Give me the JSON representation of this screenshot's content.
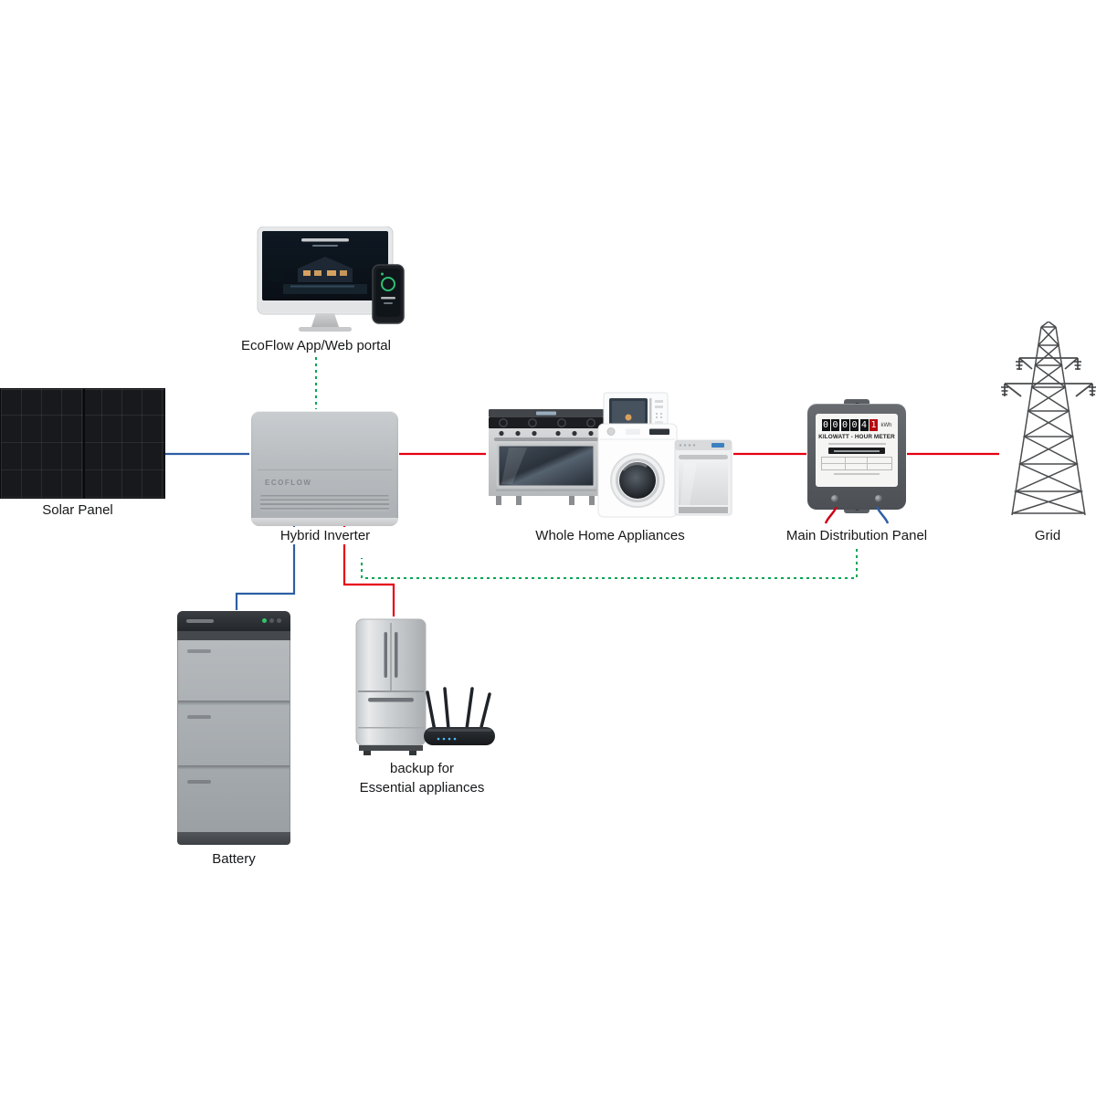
{
  "labels": {
    "solar_panel": "Solar Panel",
    "app_portal": "EcoFlow App/Web portal",
    "hybrid_inverter": "Hybrid Inverter",
    "appliances": "Whole Home Appliances",
    "distribution_panel": "Main Distribution Panel",
    "grid": "Grid",
    "battery": "Battery",
    "backup_line1": "backup for",
    "backup_line2": "Essential appliances"
  },
  "inverter": {
    "logo": "ECOFLOW"
  },
  "meter": {
    "title": "KILOWATT - HOUR METER",
    "digits": [
      "0",
      "0",
      "0",
      "0",
      "4"
    ],
    "red_digit": "1",
    "unit": "kWh"
  },
  "colors": {
    "pv_line": "#2e5fa3",
    "ac_line": "#e60012",
    "comm_line": "#00a651"
  }
}
